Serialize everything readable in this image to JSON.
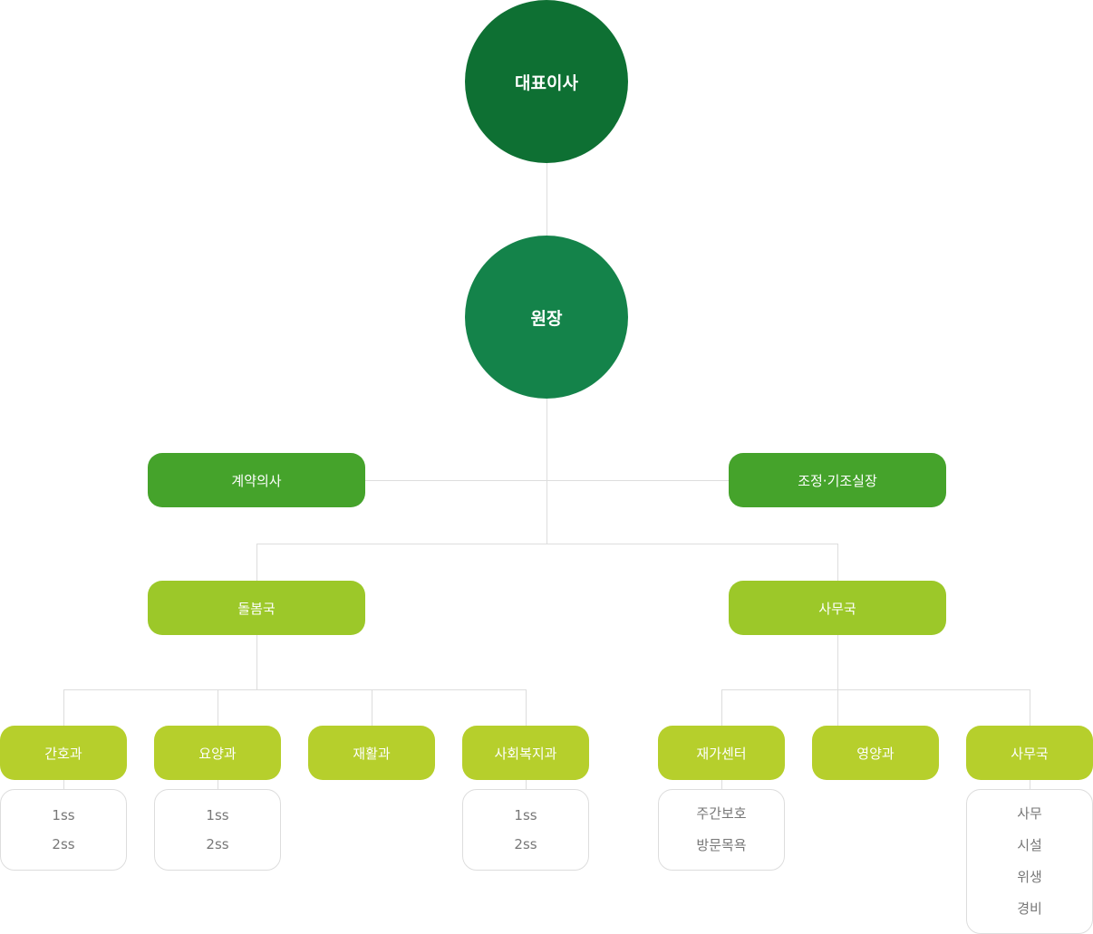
{
  "top": {
    "ceo": "대표이사",
    "director": "원장"
  },
  "staff": {
    "contract_doctor": "계약의사",
    "coordinator": "조정·기조실장"
  },
  "departments": [
    {
      "name": "돌봄국",
      "teams": [
        {
          "name": "간호과",
          "items": [
            "1ss",
            "2ss"
          ]
        },
        {
          "name": "요양과",
          "items": [
            "1ss",
            "2ss"
          ]
        },
        {
          "name": "재활과",
          "items": []
        },
        {
          "name": "사회복지과",
          "items": [
            "1ss",
            "2ss"
          ]
        }
      ]
    },
    {
      "name": "사무국",
      "teams": [
        {
          "name": "재가센터",
          "items": [
            "주간보호",
            "방문목욕"
          ]
        },
        {
          "name": "영양과",
          "items": []
        },
        {
          "name": "사무국",
          "items": [
            "사무",
            "시설",
            "위생",
            "경비"
          ]
        }
      ]
    }
  ],
  "colors": {
    "ceo": "#0e7033",
    "director": "#14834a",
    "staff": "#45a32b",
    "department": "#9cc829",
    "team": "#b6cf2c",
    "connector": "#dddddd",
    "sub_text": "#777777"
  }
}
